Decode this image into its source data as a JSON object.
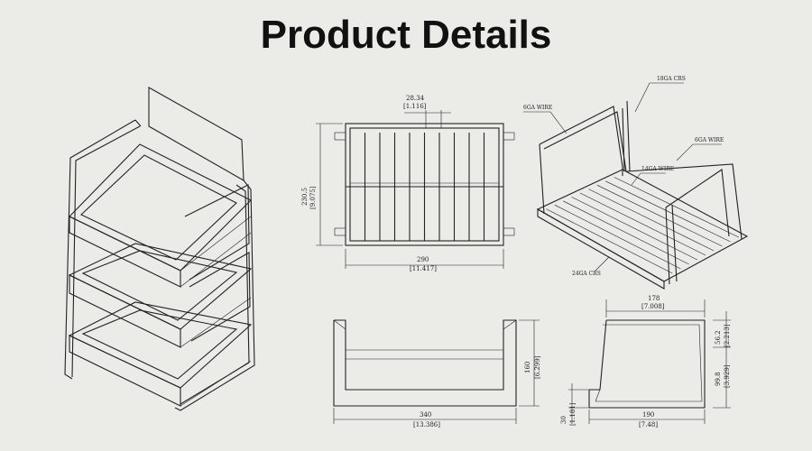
{
  "header": {
    "title": "Product Details"
  },
  "front_view": {
    "pitch_mm": "28.34",
    "pitch_in": "[1.116]",
    "height_mm": "230.5",
    "height_in": "[9.075]",
    "width_mm": "290",
    "width_in": "[11.417]"
  },
  "iso_view": {
    "label_crs_top": "18GA CRS",
    "label_wire_left": "6GA WIRE",
    "label_wire_right": "6GA WIRE",
    "label_wire_grid": "14GA WIRE",
    "label_crs_bottom": "24GA CRS"
  },
  "top_view": {
    "depth_mm": "160",
    "depth_in": "[6.299]",
    "width_mm": "340",
    "width_in": "[13.386]"
  },
  "side_view": {
    "top_mm": "178",
    "top_in": "[7.008]",
    "lip_mm": "56.2",
    "lip_in": "[2.213]",
    "mid_mm": "99.8",
    "mid_in": "[3.929]",
    "foot_mm": "30",
    "foot_in": "[1.181]",
    "bottom_mm": "190",
    "bottom_in": "[7.48]"
  }
}
